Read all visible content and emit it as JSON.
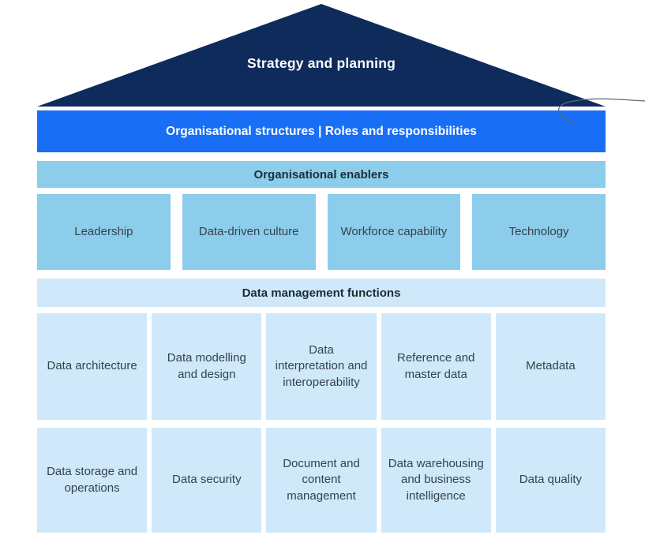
{
  "palette": {
    "navy": "#0e2b5c",
    "blue": "#186ef4",
    "sky": "#8ccdeb",
    "pale": "#cfe9fa",
    "heading_dark": "#1f2d36",
    "text_dark": "#35424c"
  },
  "roof": {
    "label": "Strategy and planning"
  },
  "structures_bar": {
    "label": "Organisational structures | Roles and responsibilities"
  },
  "enablers": {
    "header": "Organisational enablers",
    "items": [
      "Leadership",
      "Data-driven culture",
      "Workforce capability",
      "Technology"
    ]
  },
  "functions": {
    "header": "Data management functions",
    "rows": [
      [
        "Data architecture",
        "Data modelling and design",
        "Data interpretation and interoperability",
        "Reference and master data",
        "Metadata"
      ],
      [
        "Data storage and operations",
        "Data security",
        "Document and content management",
        "Data warehousing and business intelligence",
        "Data quality"
      ]
    ]
  }
}
